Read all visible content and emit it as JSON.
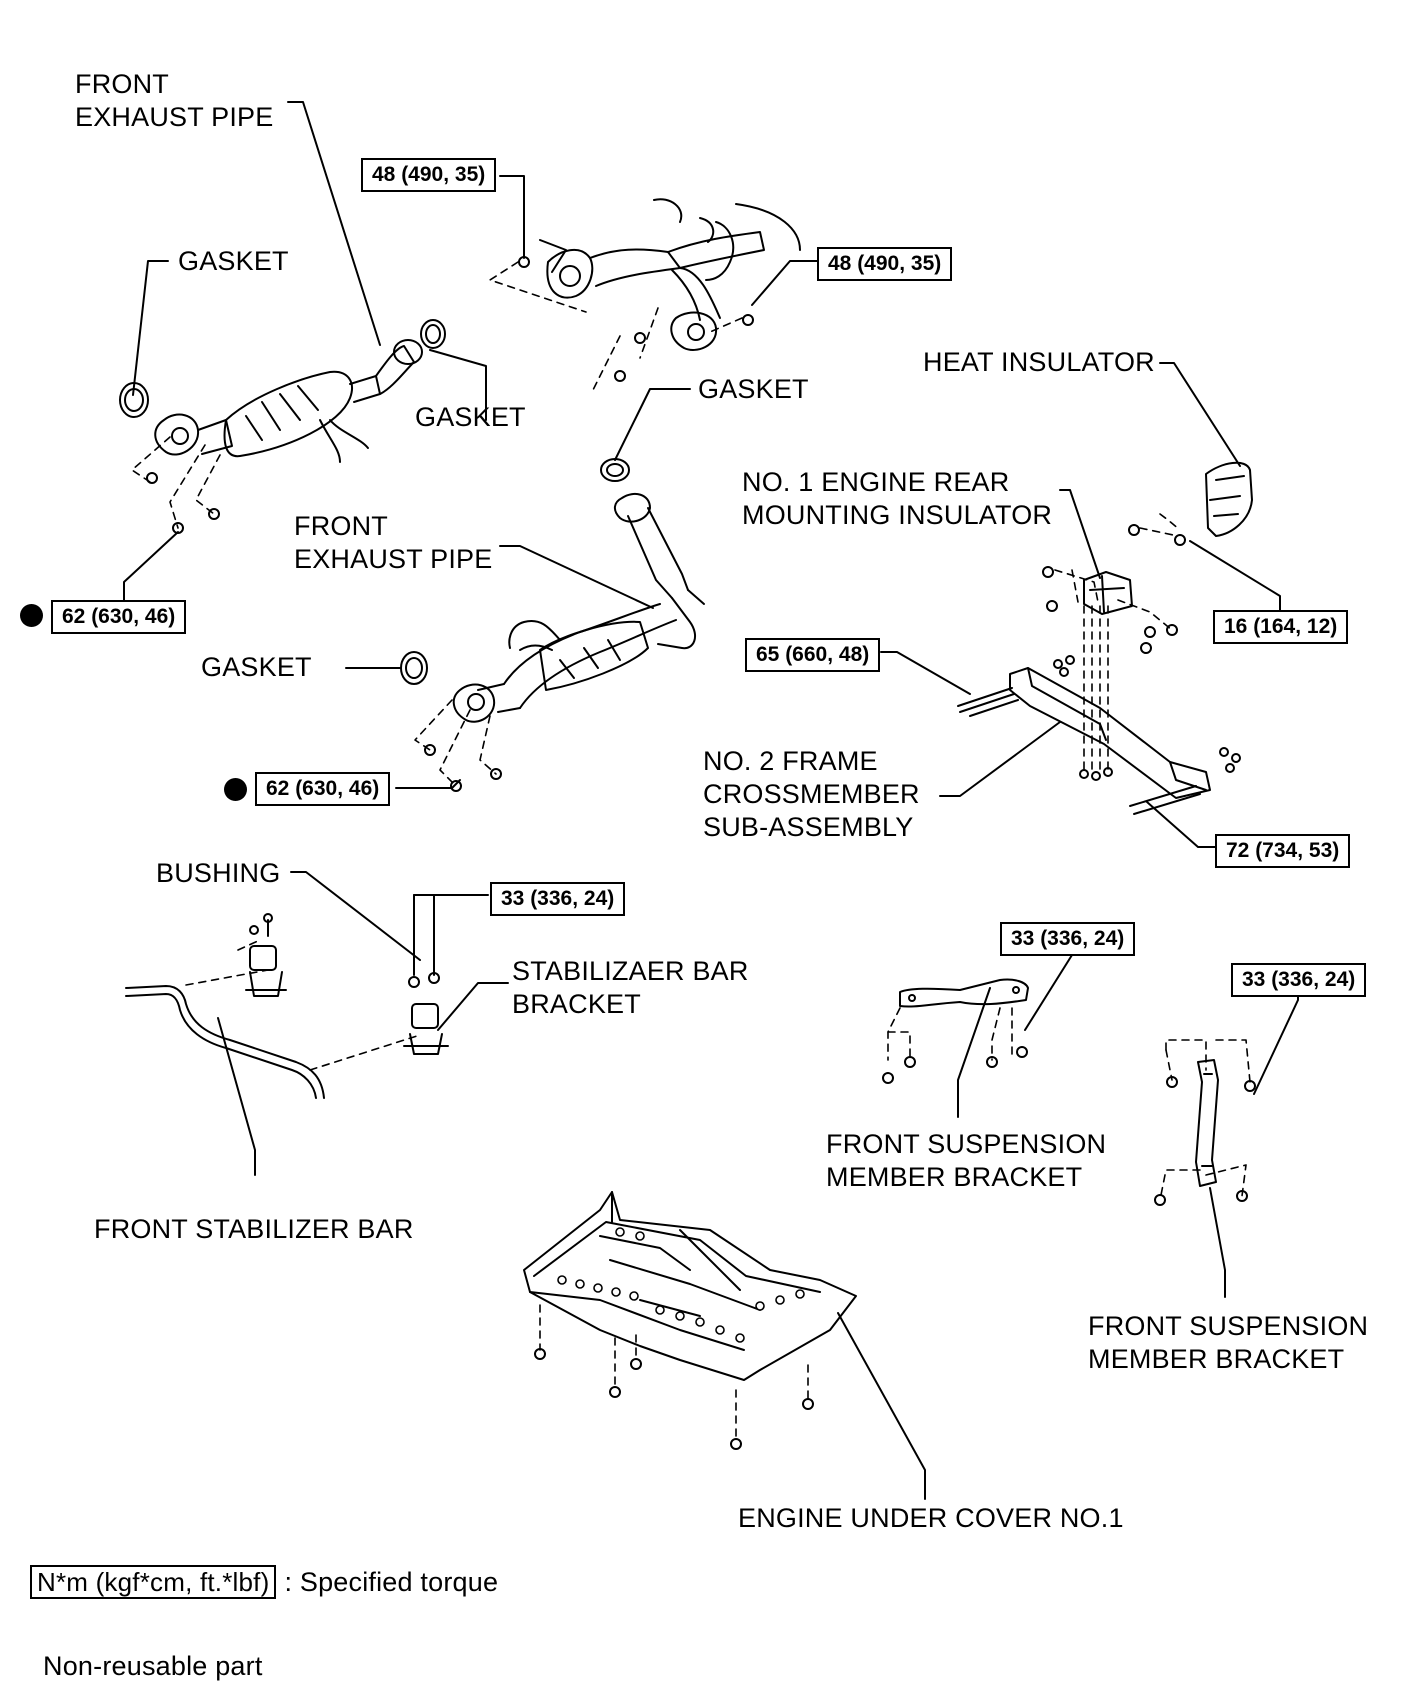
{
  "labels": {
    "front_exhaust_pipe_1": [
      "FRONT",
      "EXHAUST PIPE"
    ],
    "gasket_1": "GASKET",
    "gasket_2": "GASKET",
    "gasket_3": "GASKET",
    "gasket_4": "GASKET",
    "front_exhaust_pipe_2": [
      "FRONT",
      "EXHAUST PIPE"
    ],
    "heat_insulator": "HEAT INSULATOR",
    "no1_engine_rear_mounting_insulator": [
      "NO. 1 ENGINE REAR",
      "MOUNTING INSULATOR"
    ],
    "no2_frame_crossmember": [
      "NO. 2 FRAME",
      "CROSSMEMBER",
      "SUB-ASSEMBLY"
    ],
    "bushing": "BUSHING",
    "stabilizer_bar_bracket": [
      "STABILIZAER BAR",
      "BRACKET"
    ],
    "front_stabilizer_bar": "FRONT STABILIZER BAR",
    "front_suspension_member_bracket_1": [
      "FRONT SUSPENSION",
      "MEMBER BRACKET"
    ],
    "front_suspension_member_bracket_2": [
      "FRONT SUSPENSION",
      "MEMBER BRACKET"
    ],
    "engine_under_cover": "ENGINE UNDER COVER NO.1"
  },
  "torques": {
    "t48a": "48 (490, 35)",
    "t48b": "48 (490, 35)",
    "t62a": "62 (630, 46)",
    "t62b": "62 (630, 46)",
    "t16": "16 (164, 12)",
    "t65": "65 (660, 48)",
    "t72": "72 (734, 53)",
    "t33a": "33 (336, 24)",
    "t33b": "33 (336, 24)",
    "t33c": "33 (336, 24)"
  },
  "legend": {
    "torque_unit": "N*m (kgf*cm, ft.*lbf)",
    "torque_desc": ": Specified torque",
    "nonreusable_desc": "Non-reusable part"
  }
}
